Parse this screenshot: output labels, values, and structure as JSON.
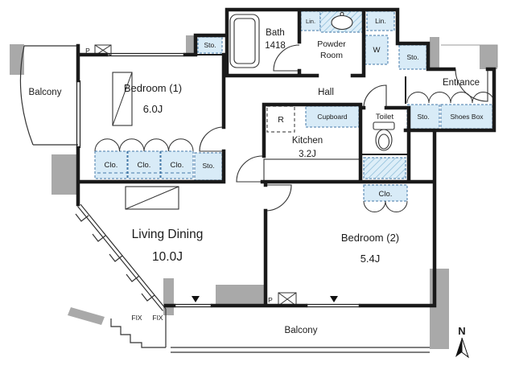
{
  "floorplan": {
    "rooms": {
      "balcony_left": {
        "label": "Balcony"
      },
      "bedroom1": {
        "label": "Bedroom (1)",
        "size": "6.0J"
      },
      "bath": {
        "label": "Bath",
        "size": "1418"
      },
      "powder_room": {
        "line1": "Powder",
        "line2": "Room"
      },
      "hall": {
        "label": "Hall"
      },
      "entrance": {
        "label": "Entrance"
      },
      "toilet": {
        "label": "Toilet"
      },
      "kitchen": {
        "label": "Kitchen",
        "size": "3.2J"
      },
      "living_dining": {
        "label": "Living Dining",
        "size": "10.0J"
      },
      "bedroom2": {
        "label": "Bedroom (2)",
        "size": "5.4J"
      },
      "balcony_bottom": {
        "label": "Balcony"
      }
    },
    "fixtures": {
      "storage": "Sto.",
      "closet": "Clo.",
      "linen": "Lin.",
      "washer": "W",
      "shoes_box": "Shoes Box",
      "cupboard": "Cupboard",
      "refrigerator": "R"
    },
    "annotations": {
      "fixed_window": "FIX",
      "pipe_space": "P",
      "north": "N"
    },
    "colors": {
      "wall": "#1a1a1a",
      "storage_fill": "#d8ebf7",
      "storage_stroke": "#4579a8",
      "hatch": "#8fbeda",
      "concrete": "#a9a9a9"
    }
  }
}
